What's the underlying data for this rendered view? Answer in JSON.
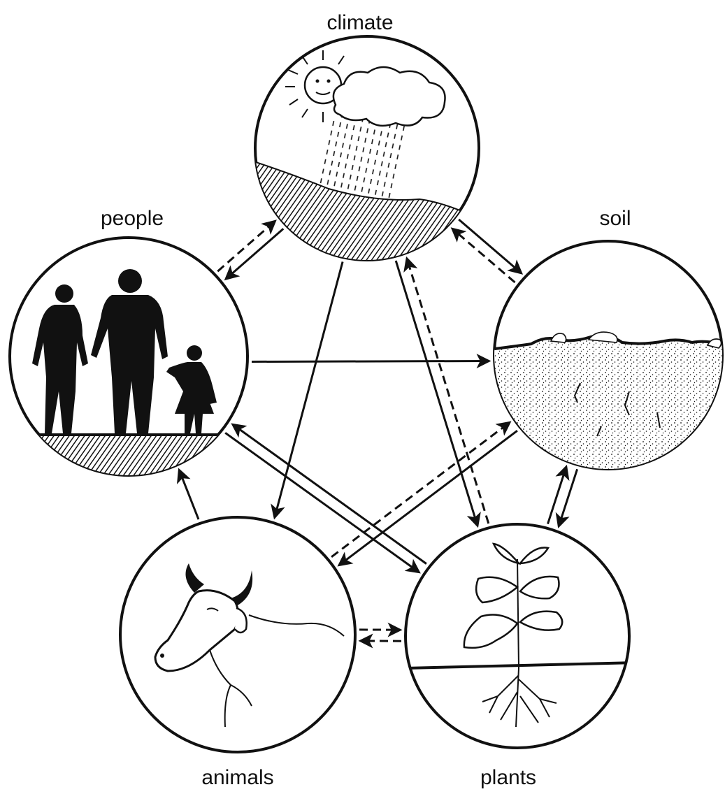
{
  "diagram": {
    "nodes": {
      "climate": {
        "label": "climate",
        "icon": "sun-cloud-rain-icon"
      },
      "people": {
        "label": "people",
        "icon": "family-icon"
      },
      "soil": {
        "label": "soil",
        "icon": "soil-layer-icon"
      },
      "animals": {
        "label": "animals",
        "icon": "cow-icon"
      },
      "plants": {
        "label": "plants",
        "icon": "plant-roots-icon"
      }
    },
    "links": [
      {
        "from": "people",
        "to": "climate",
        "style": "dashed"
      },
      {
        "from": "climate",
        "to": "people",
        "style": "solid"
      },
      {
        "from": "soil",
        "to": "climate",
        "style": "dashed"
      },
      {
        "from": "climate",
        "to": "soil",
        "style": "solid"
      },
      {
        "from": "people",
        "to": "soil",
        "style": "solid"
      },
      {
        "from": "climate",
        "to": "animals",
        "style": "solid"
      },
      {
        "from": "climate",
        "to": "plants",
        "style": "solid"
      },
      {
        "from": "plants",
        "to": "climate",
        "style": "dashed"
      },
      {
        "from": "people",
        "to": "plants",
        "style": "solid"
      },
      {
        "from": "plants",
        "to": "people",
        "style": "solid"
      },
      {
        "from": "soil",
        "to": "animals",
        "style": "solid"
      },
      {
        "from": "animals",
        "to": "soil",
        "style": "dashed"
      },
      {
        "from": "soil",
        "to": "plants",
        "style": "solid"
      },
      {
        "from": "plants",
        "to": "soil",
        "style": "solid"
      },
      {
        "from": "animals",
        "to": "people",
        "style": "solid"
      },
      {
        "from": "plants",
        "to": "animals",
        "style": "dashed"
      },
      {
        "from": "animals",
        "to": "plants",
        "style": "dashed"
      }
    ]
  }
}
